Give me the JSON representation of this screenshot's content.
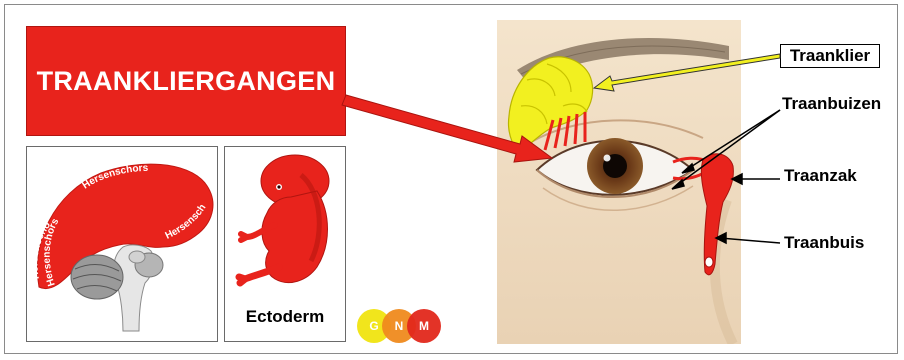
{
  "title": "TRAANKLIERGANGEN",
  "brain_labels": [
    "Hersenschors",
    "Hersenschors",
    "Hersenschors",
    "Hersenschors"
  ],
  "embryo_label": "Ectoderm",
  "logo_letters": [
    "G",
    "N",
    "M"
  ],
  "eye_labels": {
    "traanklier": "Traanklier",
    "traanbuizen": "Traanbuizen",
    "traanzak": "Traanzak",
    "traanbuis": "Traanbuis"
  },
  "colors": {
    "accent_red": "#e8231c",
    "gland_yellow": "#f2f020",
    "logo_yellow": "#f1e51c",
    "logo_orange": "#ef8a1e",
    "logo_red": "#e2281b"
  }
}
